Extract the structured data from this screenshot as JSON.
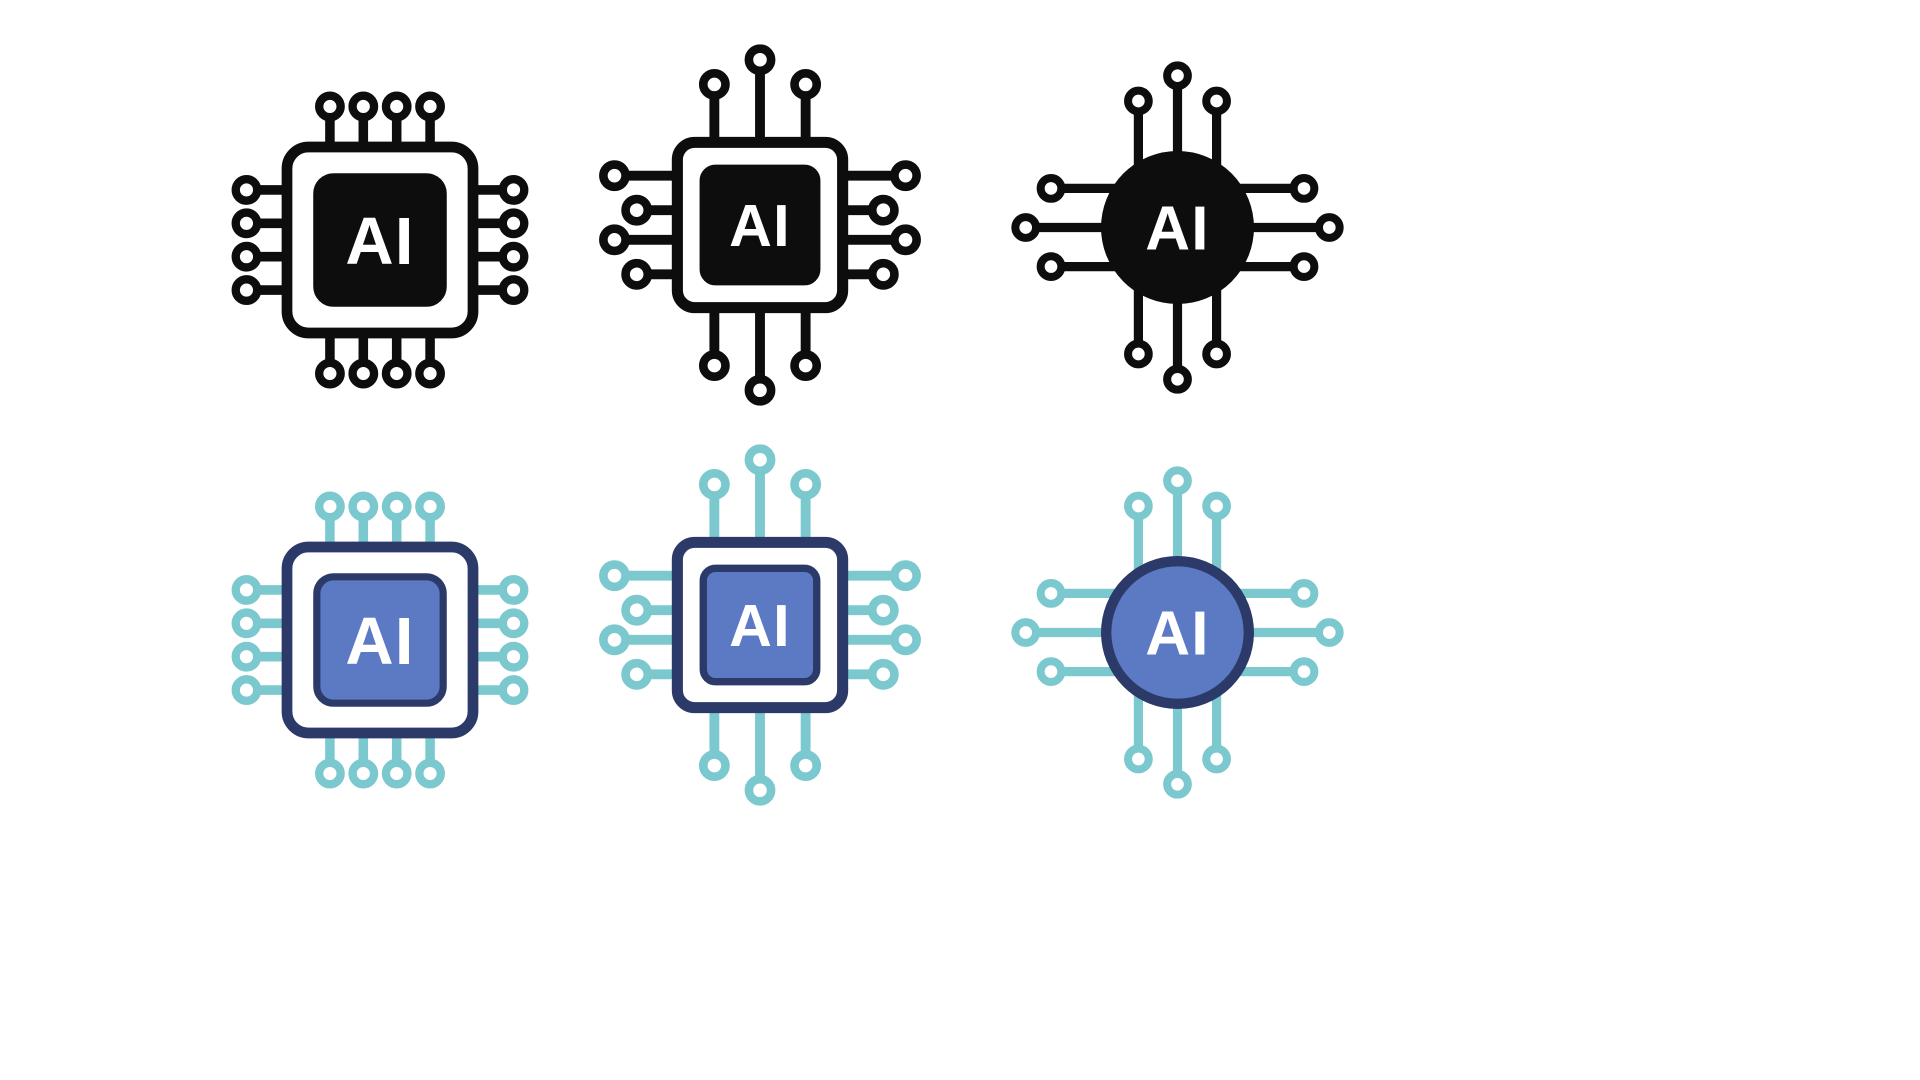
{
  "icon_label": "AI",
  "colors": {
    "background": "#ffffff",
    "mono": "#0d0d0d",
    "teal": "#7bc9cf",
    "blue": "#5b7ac3",
    "navy": "#2c3a69",
    "label": "#ffffff"
  },
  "icons": [
    {
      "name": "square-chip-ai-icon-black",
      "label": "AI",
      "variant": "black",
      "shape": "square-chip-short-pins"
    },
    {
      "name": "square-chip-circuit-ai-icon-black",
      "label": "AI",
      "variant": "black",
      "shape": "square-chip-long-pins"
    },
    {
      "name": "circle-chip-ai-icon-black",
      "label": "AI",
      "variant": "black",
      "shape": "circle-chip-pins"
    },
    {
      "name": "square-chip-ai-icon-blue",
      "label": "AI",
      "variant": "blue-teal",
      "shape": "square-chip-short-pins"
    },
    {
      "name": "square-chip-circuit-ai-icon-blue",
      "label": "AI",
      "variant": "blue-teal",
      "shape": "square-chip-long-pins"
    },
    {
      "name": "circle-chip-ai-icon-blue",
      "label": "AI",
      "variant": "blue-teal",
      "shape": "circle-chip-pins"
    }
  ]
}
